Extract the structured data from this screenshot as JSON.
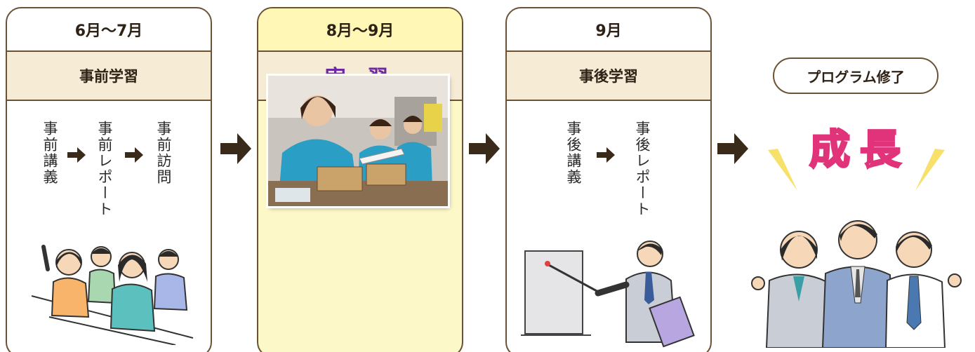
{
  "colors": {
    "border": "#6b5235",
    "phase_bg": "#f6ebd4",
    "highlight_bg": "#fdf8c8",
    "accent_purple": "#6b2aa0",
    "growth_pink": "#e0337a"
  },
  "stage1": {
    "period": "6月〜7月",
    "phase": "事前学習",
    "steps": [
      "事前講義",
      "事前レポート",
      "事前訪問"
    ]
  },
  "stage2": {
    "period": "8月〜9月",
    "phase": "実 習"
  },
  "stage3": {
    "period": "9月",
    "phase": "事後学習",
    "steps": [
      "事後講義",
      "事後レポート"
    ]
  },
  "completion": {
    "label": "プログラム修了",
    "result": "成長"
  },
  "icons": [
    "right-arrow-icon",
    "students-illustration",
    "presenter-illustration",
    "team-illustration",
    "internship-photo"
  ]
}
